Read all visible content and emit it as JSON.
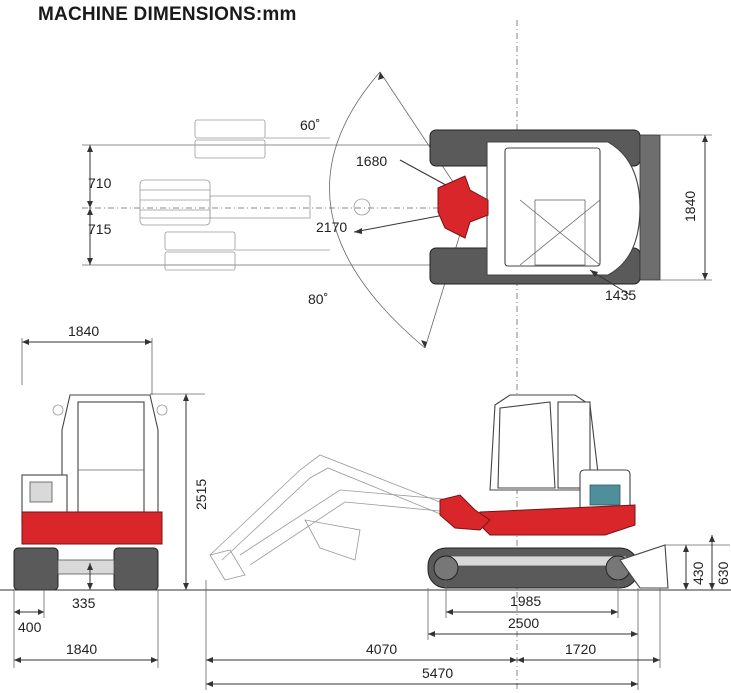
{
  "title": "MACHINE DIMENSIONS:mm",
  "colors": {
    "body": "#d8262b",
    "track": "#5a5a5a",
    "line": "#333333"
  },
  "top_view": {
    "angle_left": "60˚",
    "angle_right": "80˚",
    "offset_upper": "710",
    "offset_lower": "715",
    "boom_offset_1": "1680",
    "boom_offset_2": "2170",
    "width": "1840",
    "rear_radius": "1435"
  },
  "front_view": {
    "top_width": "1840",
    "height": "2515",
    "ground_clearance": "335",
    "track_width": "400",
    "bottom_width": "1840"
  },
  "side_view": {
    "blade_height": "430",
    "blade_max": "630",
    "tumbler_distance": "1985",
    "track_length": "2500",
    "front_length": "4070",
    "rear_length": "1720",
    "overall_length": "5470"
  }
}
